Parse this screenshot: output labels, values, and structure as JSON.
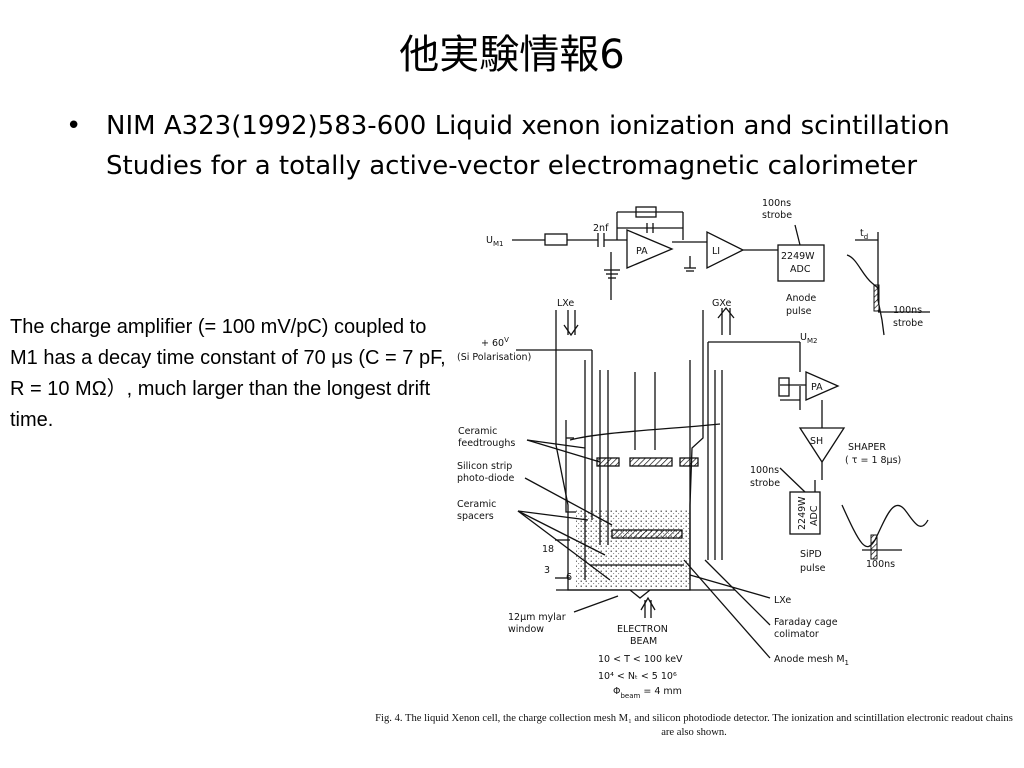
{
  "slide": {
    "title": "他実験情報6",
    "bullet": "NIM A323(1992)583-600 Liquid xenon ionization and scintillation Studies for a totally active-vector electromagnetic calorimeter",
    "note": "The charge amplifier (= 100 mV/pC) coupled to M1 has a decay time constant of 70 μs (C = 7 pF,  R = 10 MΩ）, much larger than the longest drift time."
  },
  "figure": {
    "labels": {
      "um1": "U",
      "um1_sub": "M1",
      "cap": "2nf",
      "pa": "PA",
      "li": "LI",
      "strobe_100ns_top_1": "100ns",
      "strobe_100ns_top_2": "strobe",
      "adc_top_1": "2249W",
      "adc_top_2": "ADC",
      "td": "t",
      "td_sub": "d",
      "anode_pulse_1": "Anode",
      "anode_pulse_2": "pulse",
      "strobe_right_1": "100ns",
      "strobe_right_2": "strobe",
      "lxe_top": "LXe",
      "gxe": "GXe",
      "bias_1": "+ 60",
      "bias_v": "V",
      "bias_2": "(Si Polarisation)",
      "um2": "U",
      "um2_sub": "M2",
      "pa2": "PA",
      "ceramic_feed_1": "Ceramic",
      "ceramic_feed_2": "feedtroughs",
      "sh": "SH",
      "shaper_1": "SHAPER",
      "shaper_2": "( τ = 1 8μs)",
      "si_strip_1": "Silicon strip",
      "si_strip_2": "photo-diode",
      "strobe_mid_1": "100ns",
      "strobe_mid_2": "strobe",
      "ceramic_spacers_1": "Ceramic",
      "ceramic_spacers_2": "spacers",
      "adc_mid_1": "2249W",
      "adc_mid_2": "ADC",
      "dim_18": "18",
      "dim_3": "3",
      "dim_6": "6",
      "sipd_1": "SiPD",
      "sipd_2": "pulse",
      "sipd_100ns": "100ns",
      "mylar_1": "12μm mylar",
      "mylar_2": "window",
      "beam_1": "ELECTRON",
      "beam_2": "BEAM",
      "lxe_bottom": "LXe",
      "faraday_1": "Faraday cage",
      "faraday_2": "colimator",
      "anode_mesh": "Anode mesh  M",
      "anode_mesh_sub": "1",
      "energy": "10 < T < 100  keV",
      "nt": "10⁴ <  Nₜ < 5 10⁶",
      "phi": "Φ",
      "phi_sub": "beam",
      "phi_val": " = 4 mm"
    },
    "caption": "Fig. 4. The liquid Xenon cell, the charge collection mesh M₁ and silicon photodiode detector. The ionization and scintillation electronic readout chains are also shown."
  }
}
